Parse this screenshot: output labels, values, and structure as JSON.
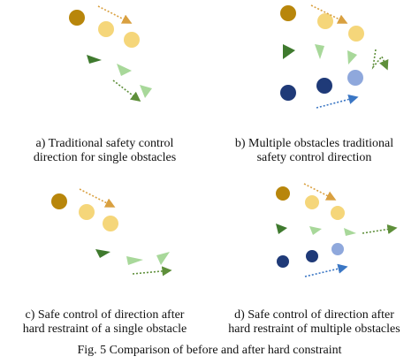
{
  "panels": {
    "a": {
      "caption_line1": "a) Traditional safety control",
      "caption_line2": "direction for single obstacles"
    },
    "b": {
      "caption_line1": "b) Multiple obstacles traditional",
      "caption_line2": "safety control direction"
    },
    "c": {
      "caption_line1": "c) Safe control of direction after",
      "caption_line2": "hard restraint of a single obstacle"
    },
    "d": {
      "caption_line1": "d) Safe control of direction after",
      "caption_line2": "hard restraint of multiple obstacles"
    }
  },
  "figure_caption": "Fig. 5 Comparison of before and after hard constraint",
  "colors": {
    "dark_gold": "#b8860b",
    "light_yellow": "#f5d67a",
    "dark_green": "#3f7a2e",
    "light_green": "#a8d89a",
    "navy": "#1f3a78",
    "light_blue": "#8fa8dc",
    "orange_arrow": "#d9a040",
    "green_arrow": "#5e8f3a",
    "blue_arrow": "#3a76c4"
  }
}
